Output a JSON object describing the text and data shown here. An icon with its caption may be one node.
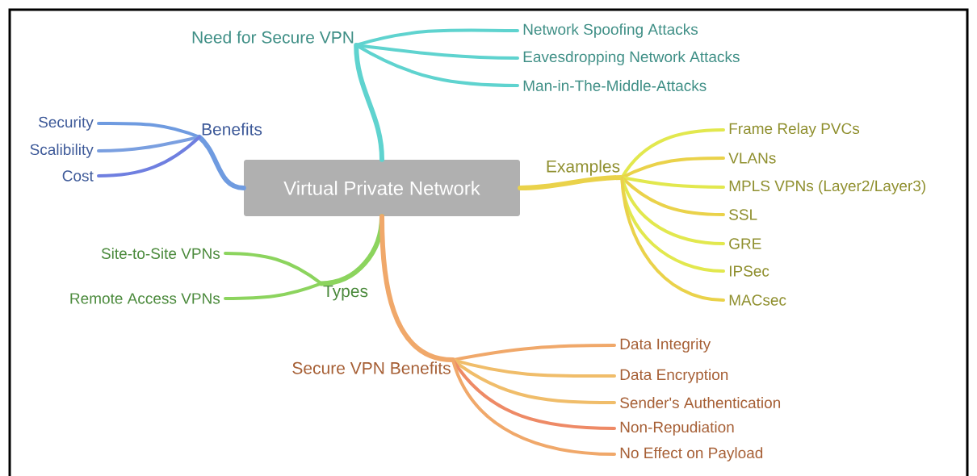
{
  "diagram": {
    "nodes": [
      {
        "text": [
          "Virtual Private Network"
        ]
      },
      {
        "text": [
          "Need for Secure VPN"
        ]
      },
      {
        "text": [
          "Network Spoofing Attacks"
        ]
      },
      {
        "text": [
          "Eavesdropping Network Attacks"
        ]
      },
      {
        "text": [
          "Man-in-The-Middle-Attacks"
        ]
      },
      {
        "text": [
          "Benefits"
        ]
      },
      {
        "text": [
          "Security"
        ]
      },
      {
        "text": [
          "Scalibility"
        ]
      },
      {
        "text": [
          "Cost"
        ]
      },
      {
        "text": [
          "Examples"
        ]
      },
      {
        "text": [
          "Frame Relay PVCs"
        ]
      },
      {
        "text": [
          "VLANs"
        ]
      },
      {
        "text": [
          "MPLS VPNs (Layer2/Layer3)"
        ]
      },
      {
        "text": [
          "SSL"
        ]
      },
      {
        "text": [
          "GRE"
        ]
      },
      {
        "text": [
          "IPSec"
        ]
      },
      {
        "text": [
          "MACsec"
        ]
      },
      {
        "text": [
          "Types"
        ]
      },
      {
        "text": [
          "Site-to-Site VPNs"
        ]
      },
      {
        "text": [
          "Remote Access VPNs"
        ]
      },
      {
        "text": [
          "Secure VPN Benefits"
        ]
      },
      {
        "text": [
          "Data Integrity"
        ]
      },
      {
        "text": [
          "Data Encryption"
        ]
      },
      {
        "text": [
          "Sender's Authentication"
        ]
      },
      {
        "text": [
          "Non-Repudiation"
        ]
      },
      {
        "text": [
          "No Effect on Payload"
        ]
      }
    ],
    "edges": [
      {
        "from": 0,
        "to": 1,
        "arrow": "none",
        "color": "#5fd3cf"
      },
      {
        "from": 1,
        "to": 2,
        "arrow": "none",
        "color": "#5fd3cf"
      },
      {
        "from": 1,
        "to": 3,
        "arrow": "none",
        "color": "#5fd3cf"
      },
      {
        "from": 1,
        "to": 4,
        "arrow": "none",
        "color": "#5fd3cf"
      },
      {
        "from": 0,
        "to": 5,
        "arrow": "none",
        "color": "#6f9be0"
      },
      {
        "from": 5,
        "to": 6,
        "arrow": "none",
        "color": "#6f9be0"
      },
      {
        "from": 5,
        "to": 7,
        "arrow": "none",
        "color": "#7a9fe0"
      },
      {
        "from": 5,
        "to": 8,
        "arrow": "none",
        "color": "#6f7fe0"
      },
      {
        "from": 0,
        "to": 9,
        "arrow": "none",
        "color": "#ead24a"
      },
      {
        "from": 9,
        "to": 10,
        "arrow": "none",
        "color": "#e2e84e"
      },
      {
        "from": 9,
        "to": 11,
        "arrow": "none",
        "color": "#ead24a"
      },
      {
        "from": 9,
        "to": 12,
        "arrow": "none",
        "color": "#e2e84e"
      },
      {
        "from": 9,
        "to": 13,
        "arrow": "none",
        "color": "#ead24a"
      },
      {
        "from": 9,
        "to": 14,
        "arrow": "none",
        "color": "#e2e84e"
      },
      {
        "from": 9,
        "to": 15,
        "arrow": "none",
        "color": "#e2e84e"
      },
      {
        "from": 9,
        "to": 16,
        "arrow": "none",
        "color": "#ead24a"
      },
      {
        "from": 0,
        "to": 17,
        "arrow": "none",
        "color": "#8cd45e"
      },
      {
        "from": 17,
        "to": 18,
        "arrow": "none",
        "color": "#8cd45e"
      },
      {
        "from": 17,
        "to": 19,
        "arrow": "none",
        "color": "#8cd45e"
      },
      {
        "from": 0,
        "to": 20,
        "arrow": "none",
        "color": "#f0a86a"
      },
      {
        "from": 20,
        "to": 21,
        "arrow": "none",
        "color": "#f0a86a"
      },
      {
        "from": 20,
        "to": 22,
        "arrow": "none",
        "color": "#f0bd6a"
      },
      {
        "from": 20,
        "to": 23,
        "arrow": "none",
        "color": "#f0bd6a"
      },
      {
        "from": 20,
        "to": 24,
        "arrow": "none",
        "color": "#ee8a66"
      },
      {
        "from": 20,
        "to": 25,
        "arrow": "none",
        "color": "#f0a86a"
      }
    ]
  }
}
